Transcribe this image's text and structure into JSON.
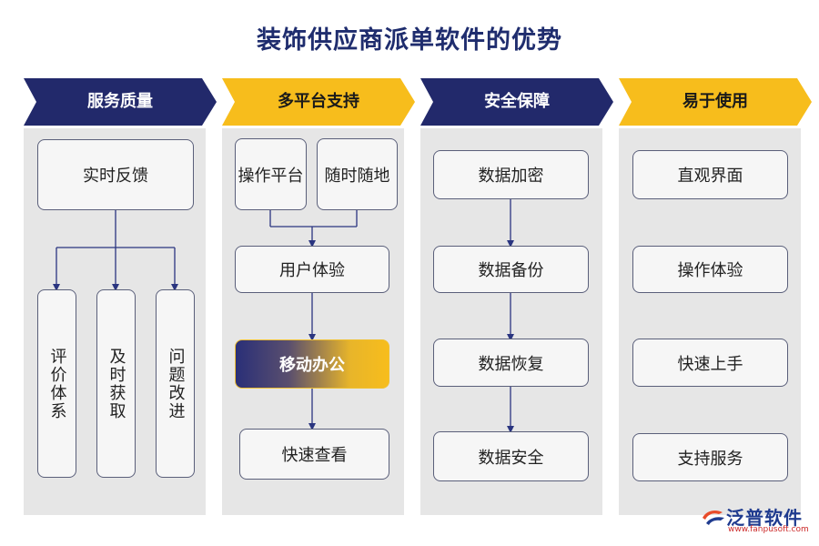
{
  "title": "装饰供应商派单软件的优势",
  "columns": [
    {
      "header": "服务质量",
      "header_bg": "#22296b",
      "header_color": "#ffffff",
      "top": "实时反馈",
      "items": [
        "评价体系",
        "及时获取",
        "问题改进"
      ]
    },
    {
      "header": "多平台支持",
      "header_bg": "#f7bd1c",
      "header_color": "#1a1a1a",
      "platform_items": [
        "操作平台",
        "随时随地"
      ],
      "items": [
        "用户体验",
        "移动办公",
        "快速查看"
      ]
    },
    {
      "header": "安全保障",
      "header_bg": "#22296b",
      "header_color": "#ffffff",
      "items": [
        "数据加密",
        "数据备份",
        "数据恢复",
        "数据安全"
      ]
    },
    {
      "header": "易于使用",
      "header_bg": "#f7bd1c",
      "header_color": "#1a1a1a",
      "items": [
        "直观界面",
        "操作体验",
        "快速上手",
        "支持服务"
      ]
    }
  ],
  "colors": {
    "arrow": "#2a3580",
    "box_border": "#5a5f7a",
    "column_bg": "#e6e6e6"
  },
  "logo": {
    "text": "泛普软件",
    "url": "www.fanpusoft.com",
    "icon": "fanpu-logo-icon"
  }
}
